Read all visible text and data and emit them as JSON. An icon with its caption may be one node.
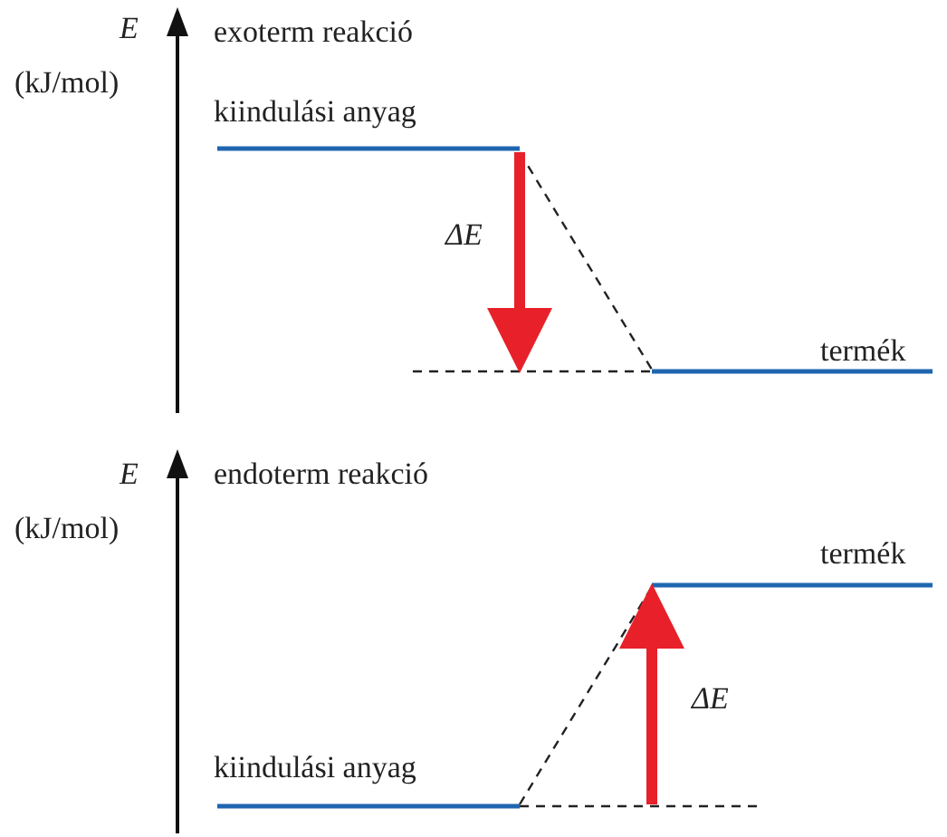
{
  "diagram": {
    "labels": [
      "E",
      "exoterm reakció",
      "(kJ/mol)",
      "kiindulási anyag",
      "ΔE",
      "termék",
      "E",
      "endoterm reakció",
      "(kJ/mol)",
      "termék",
      "ΔE",
      "kiindulási anyag"
    ]
  }
}
